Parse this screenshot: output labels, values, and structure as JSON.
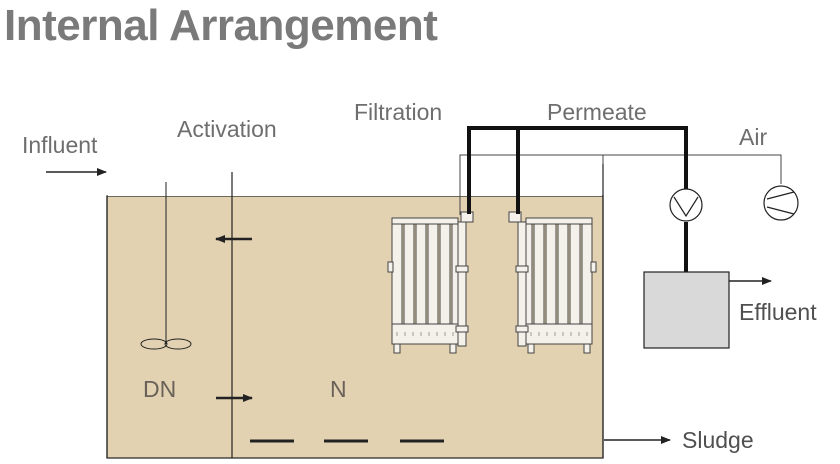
{
  "title": "Internal Arrangement",
  "labels": {
    "influent": "Influent",
    "activation": "Activation",
    "filtration": "Filtration",
    "permeate": "Permeate",
    "air": "Air",
    "effluent": "Effluent",
    "sludge": "Sludge",
    "dn": "DN",
    "n": "N"
  },
  "colors": {
    "tank_fill": "#e2d2b2",
    "effluent_box": "#d9d9d9",
    "line": "#222222",
    "text": "#6e6e6e",
    "title": "#7a7a7a"
  }
}
